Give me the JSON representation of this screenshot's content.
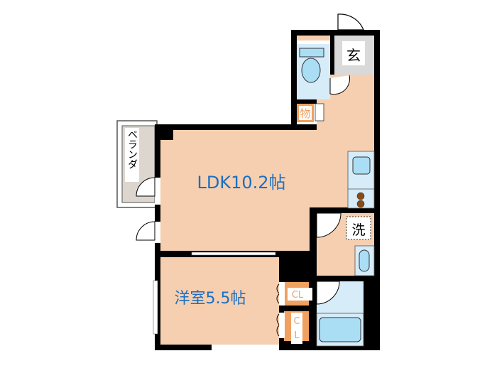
{
  "rooms": {
    "ldk": "LDK10.2帖",
    "western": "洋室5.5帖",
    "entrance": "玄",
    "storage": "物",
    "washroom": "洗",
    "closet1": "CL",
    "closet2_top": "C",
    "closet2_bottom": "L",
    "balcony": "ベランダ"
  },
  "colors": {
    "floor": "#f5cfb0",
    "wall": "#000000",
    "water": "#d6ecf8",
    "fixture": "#a9def5",
    "entrance": "#d9d9d9",
    "closet": "#f0a060",
    "label": "#1a6fc0",
    "balcony": "#dcd6cf"
  }
}
